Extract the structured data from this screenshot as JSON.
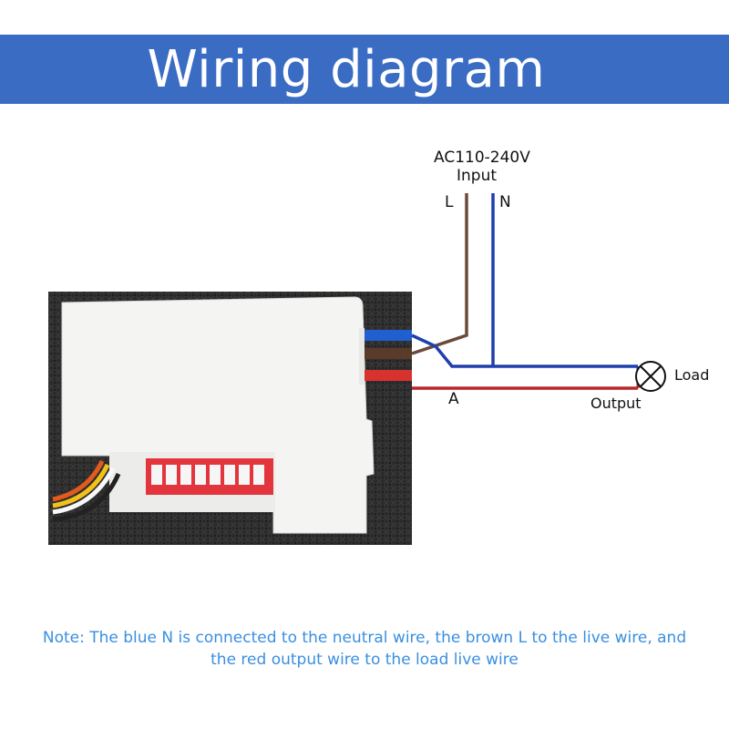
{
  "title": "Wiring diagram",
  "input": {
    "voltage": "AC110-240V",
    "label": "Input",
    "live": "L",
    "neutral": "N"
  },
  "output": {
    "terminal": "A",
    "label": "Output",
    "load": "Load"
  },
  "note": {
    "line1": "Note: The blue N is connected to the neutral wire, the brown L to the live wire, and",
    "line2": "the red output wire to the load live wire"
  },
  "colors": {
    "banner": "#3a6cc3",
    "neutral_wire": "#1f3fae",
    "live_wire": "#6b4a3a",
    "output_wire": "#b8282a",
    "note_text": "#3a8fe0"
  },
  "icons": [
    "lamp-load-icon",
    "module-photo-icon"
  ]
}
